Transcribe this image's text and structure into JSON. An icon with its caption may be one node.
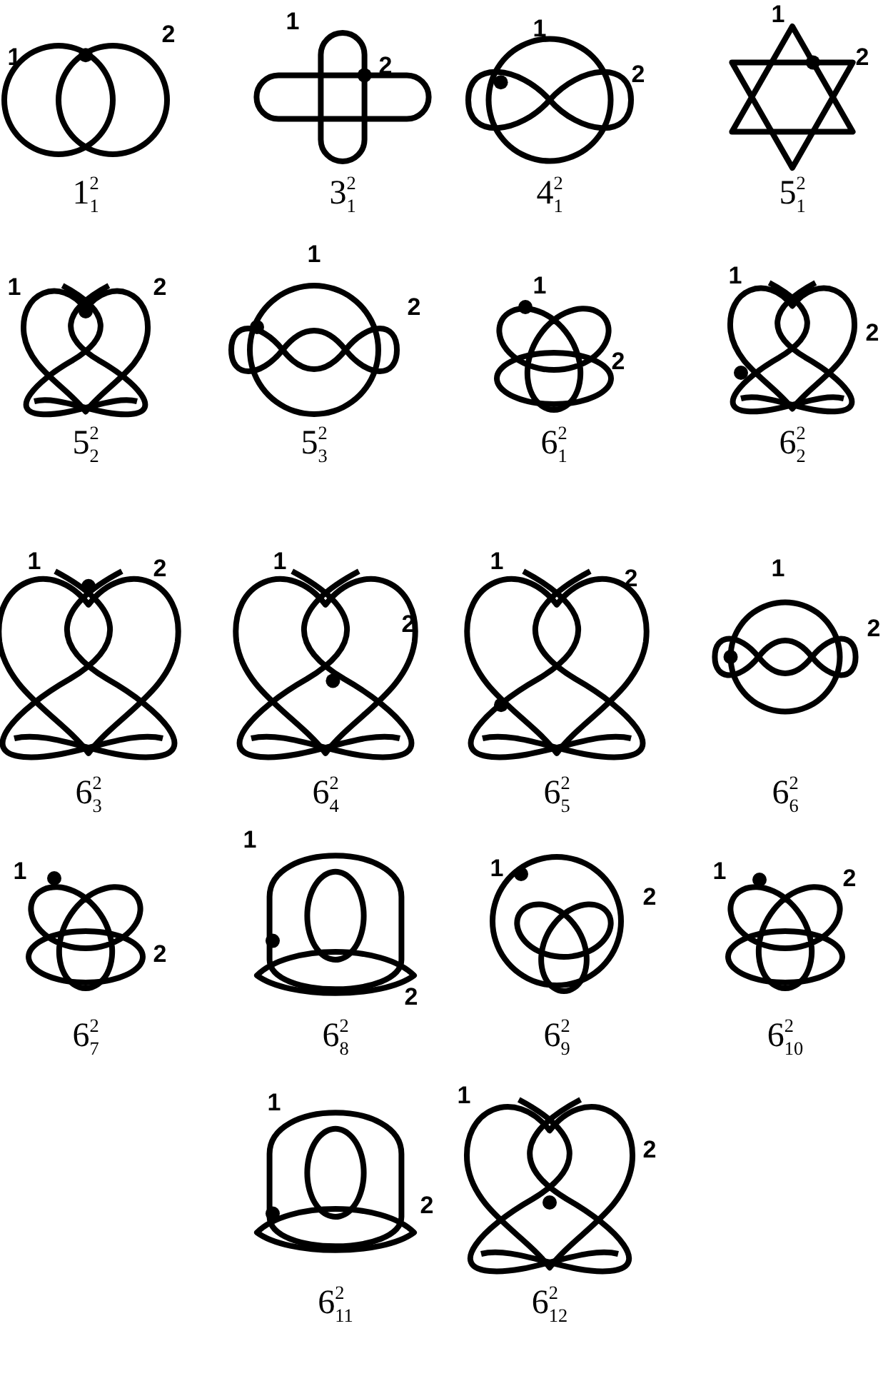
{
  "diagram": {
    "labels": [
      "1",
      "2",
      "1$^{2}$$_{1}$",
      "1",
      "2",
      "3$^{2}$$_{1}$",
      "1",
      "2",
      "4$^{2}$$_{1}$",
      "1",
      "2",
      "5$^{2}$$_{1}$",
      "1",
      "2",
      "5$^{2}$$_{2}$",
      "1",
      "2",
      "5$^{2}$$_{3}$",
      "1",
      "2",
      "6$^{2}$$_{1}$",
      "1",
      "2",
      "6$^{2}$$_{2}$",
      "1",
      "2",
      "6$^{2}$$_{3}$",
      "1",
      "2",
      "6$^{2}$$_{4}$",
      "1",
      "2",
      "6$^{2}$$_{5}$",
      "1",
      "2",
      "6$^{2}$$_{6}$",
      "1",
      "2",
      "6$^{2}$$_{7}$",
      "1",
      "2",
      "6$^{2}$$_{8}$",
      "1",
      "2",
      "6$^{2}$$_{9}$",
      "1",
      "2",
      "6$^{2}$$_{10}$",
      "1",
      "2",
      "6$^{2}$$_{11}$",
      "1",
      "2",
      "6$^{2}$$_{12}$"
    ]
  }
}
